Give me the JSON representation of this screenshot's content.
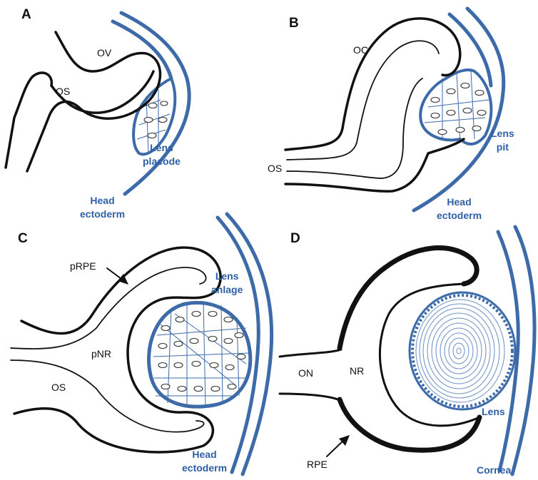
{
  "panels": [
    "A",
    "B",
    "C",
    "D"
  ],
  "labels": {
    "a_ov": "OV",
    "a_os": "OS",
    "a_lens": "Lens\nplacode",
    "a_head": "Head\nectoderm",
    "b_oc": "OC",
    "b_os": "OS",
    "b_lens": "Lens\npit",
    "b_head": "Head\nectoderm",
    "c_prpe": "pRPE",
    "c_pnr": "pNR",
    "c_os": "OS",
    "c_lens": "Lens\nanlage",
    "c_head": "Head\nectoderm",
    "d_on": "ON",
    "d_nr": "NR",
    "d_rpe": "RPE",
    "d_lens": "Lens",
    "d_cornea": "Cornea"
  },
  "colors": {
    "outline": "#111111",
    "ectoderm": "#3d6aa8",
    "label_blue": "#2e5fa5"
  }
}
